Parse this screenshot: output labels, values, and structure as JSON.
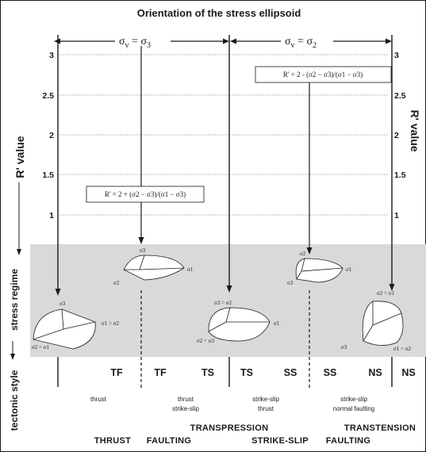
{
  "title": "Orientation of the stress ellipsoid",
  "orientation_left": "σᵥ = σ₃",
  "orientation_right": "σᵥ = σ₂",
  "orientation_left_parts": {
    "sym": "σ",
    "sub_v": "v",
    "eq": " = ",
    "sub_b": "3"
  },
  "orientation_right_parts": {
    "sym": "σ",
    "sub_v": "v",
    "eq": " = ",
    "sub_b": "2"
  },
  "left_axis_label": "R' value",
  "right_axis_label": "R' value",
  "y_ticks": [
    "3",
    "2.5",
    "2",
    "1.5",
    "1"
  ],
  "formula_upper": "R' = 2 - (σ2 − σ3)/(σ1 − σ3)",
  "formula_lower": "R' = 2 + (σ2 − σ3)/(σ1 − σ3)",
  "side_stress_regime": "stress regime",
  "side_tectonic_style": "tectonic style",
  "regime_abbreviations": [
    "TF",
    "TF",
    "TS",
    "TS",
    "SS",
    "SS",
    "NS",
    "NS"
  ],
  "style_texts": [
    {
      "lines": [
        "thrust"
      ]
    },
    {
      "lines": [
        "thrust",
        "strike-slip"
      ]
    },
    {
      "lines": [
        "strike-slip",
        "thrust"
      ]
    },
    {
      "lines": [
        "strike-slip",
        "normal faulting"
      ]
    }
  ],
  "bottom_labels": {
    "thrust": "THRUST",
    "faulting1": "FAULTING",
    "transpression": "TRANSPRESSION",
    "strike_slip": "STRIKE-SLIP",
    "faulting2": "FAULTING",
    "transtension": "TRANSTENSION"
  },
  "ellipsoid_labels": {
    "e1": {
      "top": "σ3",
      "right": "σ1 = σ2",
      "bottom": "σ2 = σ1"
    },
    "e2": {
      "top": "σ3",
      "right": "σ1",
      "left": "σ2"
    },
    "e3": {
      "top": "σ3 = σ2",
      "right": "σ1",
      "bottom": "σ2 = σ3"
    },
    "e4": {
      "top": "σ2",
      "right": "σ1",
      "left": "σ3"
    },
    "e5": {
      "top": "σ2 = σ1",
      "bottom": "σ3",
      "right": "σ1 = σ2"
    }
  },
  "colors": {
    "band": "#d9d9d9",
    "line": "#1a1a1a",
    "grid": "#8a8a8a"
  }
}
